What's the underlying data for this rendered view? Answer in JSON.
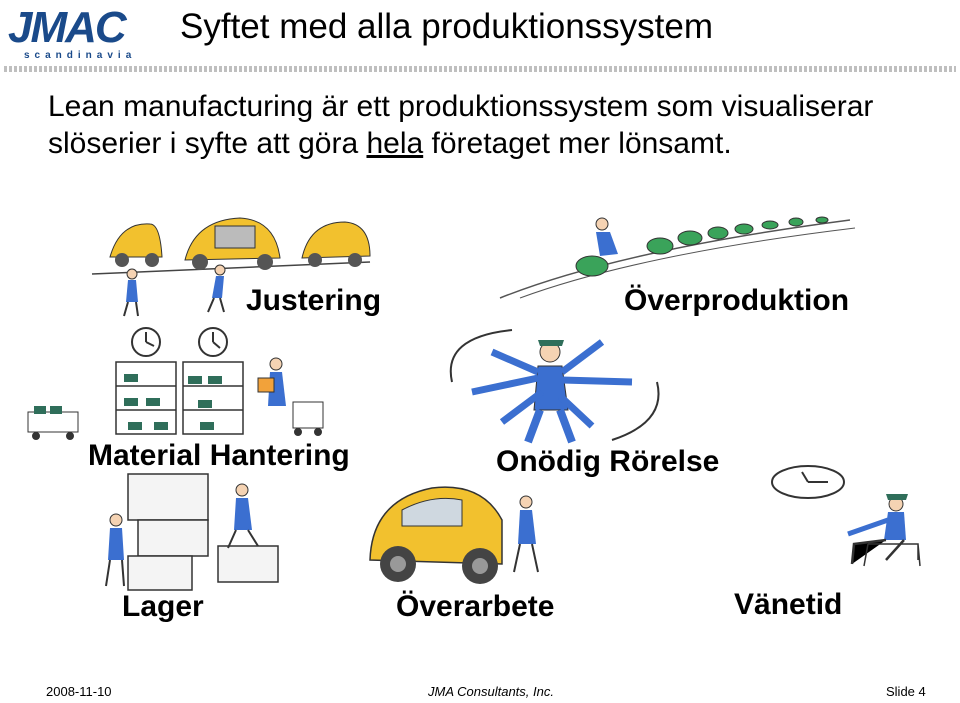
{
  "header": {
    "logo": {
      "wordmark": "JMAC",
      "subtitle": "scandinavia"
    },
    "title": "Syftet med alla produktionssystem"
  },
  "body": {
    "text_before": "Lean manufacturing är ett produktionssystem som visualiserar slöserier i syfte att göra ",
    "underlined": "hela",
    "text_after": " företaget mer lönsamt."
  },
  "wastes": {
    "adjusting": "Justering",
    "overproduction": "Överproduktion",
    "material_handling": "Material Hantering",
    "unnecessary_motion": "Onödig Rörelse",
    "inventory": "Lager",
    "rework": "Överarbete",
    "waiting": "Vänetid"
  },
  "footer": {
    "date": "2008-11-10",
    "company": "JMA Consultants, Inc.",
    "slide": "Slide 4"
  },
  "colors": {
    "logo": "#1a4a8a",
    "car_yellow": "#f2c12e",
    "car_green": "#3aa35a",
    "worker_blue": "#3b6fd0"
  }
}
